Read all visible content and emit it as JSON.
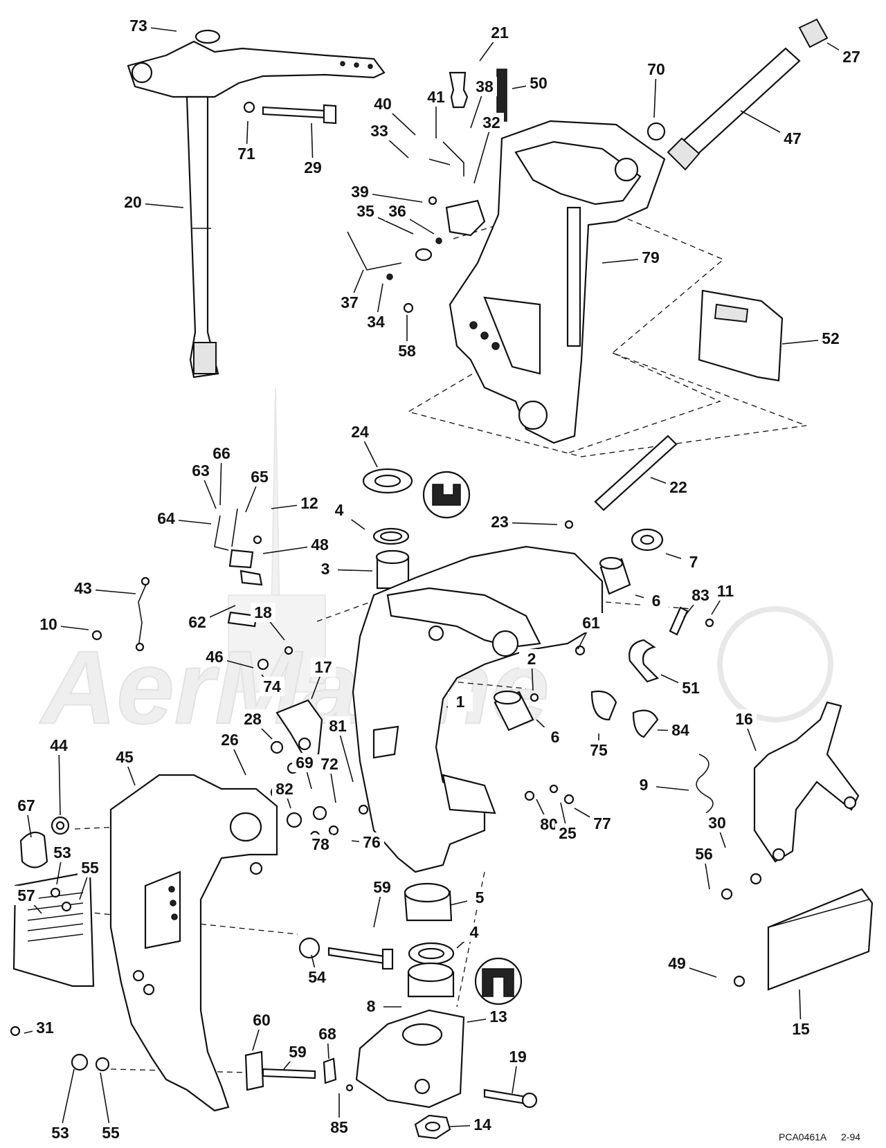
{
  "watermark": "AerMarine",
  "reference_code": "PCA0461A",
  "reference_date": "2-94",
  "icons": {
    "seal_orientation_icon": "seal-orientation-icon",
    "bushing_orientation_icon": "bushing-orientation-icon"
  },
  "callouts": [
    "73",
    "21",
    "50",
    "27",
    "70",
    "38",
    "41",
    "40",
    "33",
    "32",
    "71",
    "29",
    "47",
    "20",
    "39",
    "35",
    "36",
    "79",
    "37",
    "34",
    "58",
    "52",
    "24",
    "66",
    "63",
    "65",
    "12",
    "64",
    "4",
    "23",
    "22",
    "48",
    "3",
    "6",
    "7",
    "43",
    "11",
    "83",
    "62",
    "18",
    "10",
    "61",
    "46",
    "17",
    "2",
    "74",
    "51",
    "28",
    "1",
    "81",
    "26",
    "69",
    "72",
    "6",
    "75",
    "84",
    "16",
    "45",
    "44",
    "82",
    "9",
    "67",
    "80",
    "30",
    "25",
    "77",
    "78",
    "76",
    "53",
    "55",
    "56",
    "57",
    "5",
    "59",
    "4",
    "54",
    "8",
    "49",
    "31",
    "13",
    "60",
    "68",
    "59",
    "15",
    "19",
    "53",
    "55",
    "85",
    "14"
  ]
}
